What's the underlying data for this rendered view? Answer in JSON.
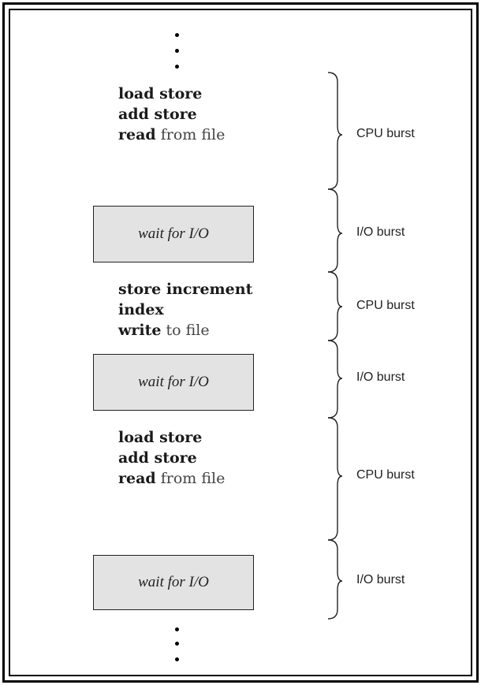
{
  "segments": [
    {
      "type": "cpu",
      "lines": [
        {
          "bold": "load store",
          "rest": ""
        },
        {
          "bold": "add store",
          "rest": ""
        },
        {
          "bold": "read",
          "rest": " from file"
        }
      ],
      "label": "CPU burst"
    },
    {
      "type": "io",
      "text": "wait for I/O",
      "label": "I/O burst"
    },
    {
      "type": "cpu",
      "lines": [
        {
          "bold": "store increment",
          "rest": ""
        },
        {
          "bold": "index",
          "rest": ""
        },
        {
          "bold": "write",
          "rest": " to file"
        }
      ],
      "label": "CPU burst"
    },
    {
      "type": "io",
      "text": "wait for I/O",
      "label": "I/O burst"
    },
    {
      "type": "cpu",
      "lines": [
        {
          "bold": "load store",
          "rest": ""
        },
        {
          "bold": "add store",
          "rest": ""
        },
        {
          "bold": "read",
          "rest": " from file"
        }
      ],
      "label": "CPU burst"
    },
    {
      "type": "io",
      "text": "wait for I/O",
      "label": "I/O burst"
    }
  ]
}
